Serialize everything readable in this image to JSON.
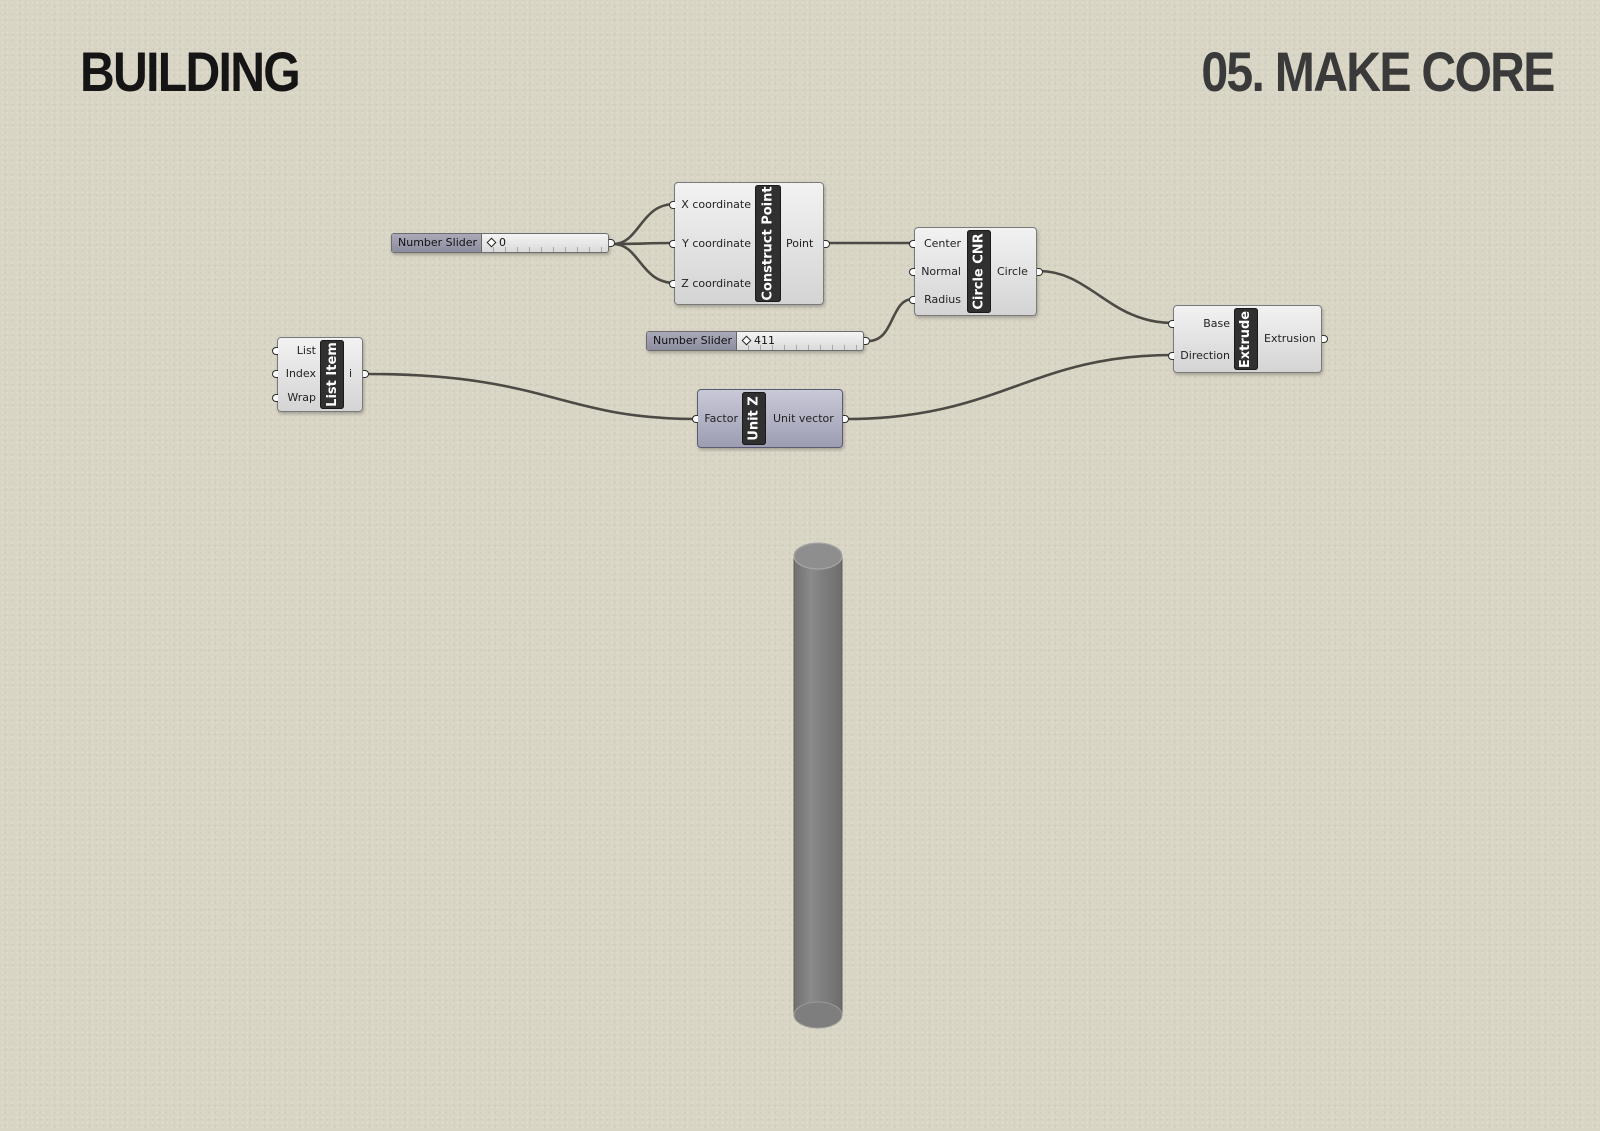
{
  "header": {
    "left_title": "BUILDING",
    "right_title": "05. MAKE CORE"
  },
  "sliders": {
    "slider_xyz": {
      "label": "Number Slider",
      "value": "0"
    },
    "slider_radius": {
      "label": "Number Slider",
      "value": "411"
    }
  },
  "components": {
    "construct_point": {
      "name": "Construct Point",
      "inputs": [
        "X coordinate",
        "Y coordinate",
        "Z coordinate"
      ],
      "output": "Point"
    },
    "circle_cnr": {
      "name": "Circle CNR",
      "inputs": [
        "Center",
        "Normal",
        "Radius"
      ],
      "output": "Circle"
    },
    "extrude": {
      "name": "Extrude",
      "inputs": [
        "Base",
        "Direction"
      ],
      "output": "Extrusion"
    },
    "list_item": {
      "name": "List Item",
      "inputs": [
        "List",
        "Index",
        "Wrap"
      ],
      "output": "i"
    },
    "unit_z": {
      "name": "Unit Z",
      "input": "Factor",
      "output": "Unit vector"
    }
  },
  "colors": {
    "background": "#d9d5c5",
    "wire": "#4d4a45",
    "cylinder": "#808080"
  }
}
